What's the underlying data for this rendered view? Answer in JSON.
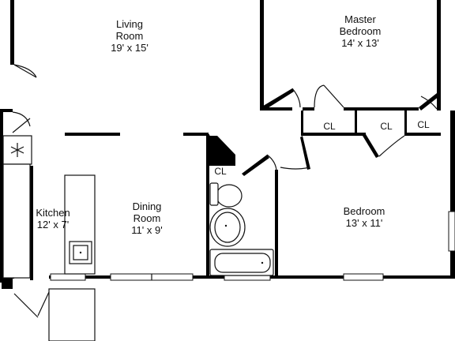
{
  "rooms": {
    "living": {
      "name": "Living",
      "name2": "Room",
      "dims": "19' x 15'"
    },
    "master": {
      "name": "Master",
      "name2": "Bedroom",
      "dims": "14' x 13'"
    },
    "kitchen": {
      "name": "Kitchen",
      "dims": "12' x 7'"
    },
    "dining": {
      "name": "Dining",
      "name2": "Room",
      "dims": "11' x 9'"
    },
    "bedroom": {
      "name": "Bedroom",
      "dims": "13' x 11'"
    }
  },
  "closets": {
    "cl1": "CL",
    "cl2": "CL",
    "cl3": "CL",
    "cl4": "CL"
  },
  "icons": {
    "stove": "stove-icon",
    "sink": "sink-icon",
    "toilet": "toilet-icon",
    "bathtub": "bathtub-icon",
    "vanity": "vanity-icon",
    "furnace": "snowflake-icon"
  }
}
